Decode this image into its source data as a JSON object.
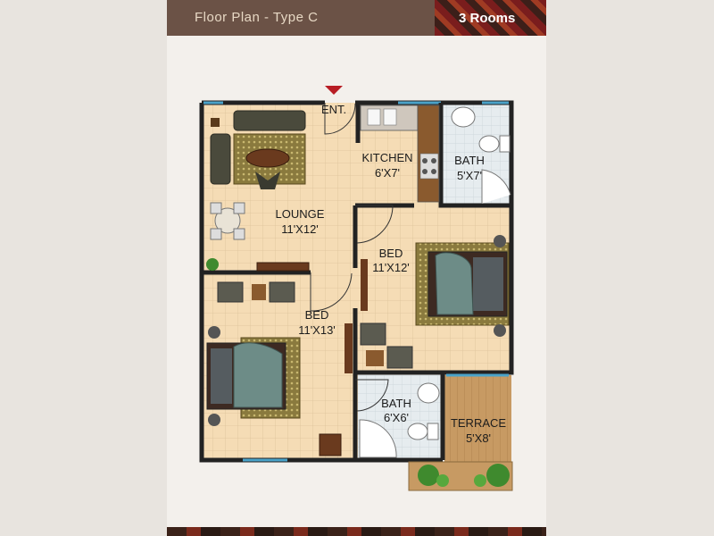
{
  "header": {
    "title": "Floor Plan - Type C",
    "rooms": "3 Rooms"
  },
  "plan": {
    "entrance": "ENT.",
    "lounge": {
      "name": "LOUNGE",
      "size": "11'X12'"
    },
    "kitchen": {
      "name": "KITCHEN",
      "size": "6'X7'"
    },
    "bath1": {
      "name": "BATH",
      "size": "5'X7'"
    },
    "bed1": {
      "name": "BED",
      "size": "11'X12'"
    },
    "bed2": {
      "name": "BED",
      "size": "11'X13'"
    },
    "bath2": {
      "name": "BATH",
      "size": "6'X6'"
    },
    "terrace": {
      "name": "TERRACE",
      "size": "5'X8'"
    }
  },
  "colors": {
    "header_bg": "#6b5246",
    "floor_tile": "#f5dcb5",
    "wall": "#222222",
    "terrace_deck": "#c79a63",
    "bath_tile": "#e6ecef",
    "entry_marker": "#b81d24"
  }
}
